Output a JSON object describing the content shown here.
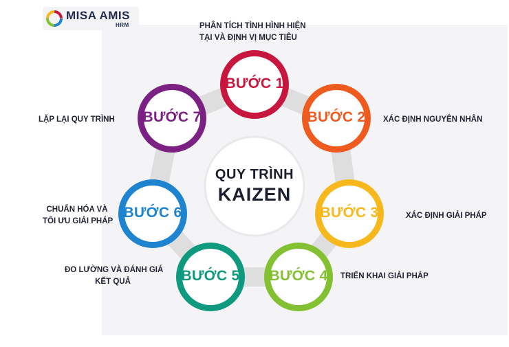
{
  "logo": {
    "name": "MISA AMIS",
    "sub": "HRM"
  },
  "center": {
    "line1": "QUY TRÌNH",
    "line2": "KAIZEN"
  },
  "steps": [
    {
      "label": "BƯỚC 1",
      "desc_lines": [
        "PHÂN TÍCH TÌNH HÌNH HIỆN",
        "TẠI VÀ ĐỊNH VỊ MỤC TIÊU"
      ],
      "color": "#c8173f"
    },
    {
      "label": "BƯỚC 2",
      "desc_lines": [
        "XÁC ĐỊNH NGUYÊN NHÂN"
      ],
      "color": "#ef5a1f"
    },
    {
      "label": "BƯỚC 3",
      "desc_lines": [
        "XÁC ĐỊNH GIẢI PHÁP"
      ],
      "color": "#f7b81d"
    },
    {
      "label": "BƯỚC 4",
      "desc_lines": [
        "TRIỂN KHAI GIẢI PHÁP"
      ],
      "color": "#83c132"
    },
    {
      "label": "BƯỚC 5",
      "desc_lines": [
        "ĐO LƯỜNG VÀ ĐÁNH GIÁ",
        "KẾT QUẢ"
      ],
      "color": "#0f9a7f"
    },
    {
      "label": "BƯỚC 6",
      "desc_lines": [
        "CHUẨN HÓA VÀ",
        "TỐI ƯU GIẢI PHÁP"
      ],
      "color": "#1e84cf"
    },
    {
      "label": "BƯỚC 7",
      "desc_lines": [
        "LẶP LẠI QUY TRÌNH"
      ],
      "color": "#7a2183"
    }
  ]
}
